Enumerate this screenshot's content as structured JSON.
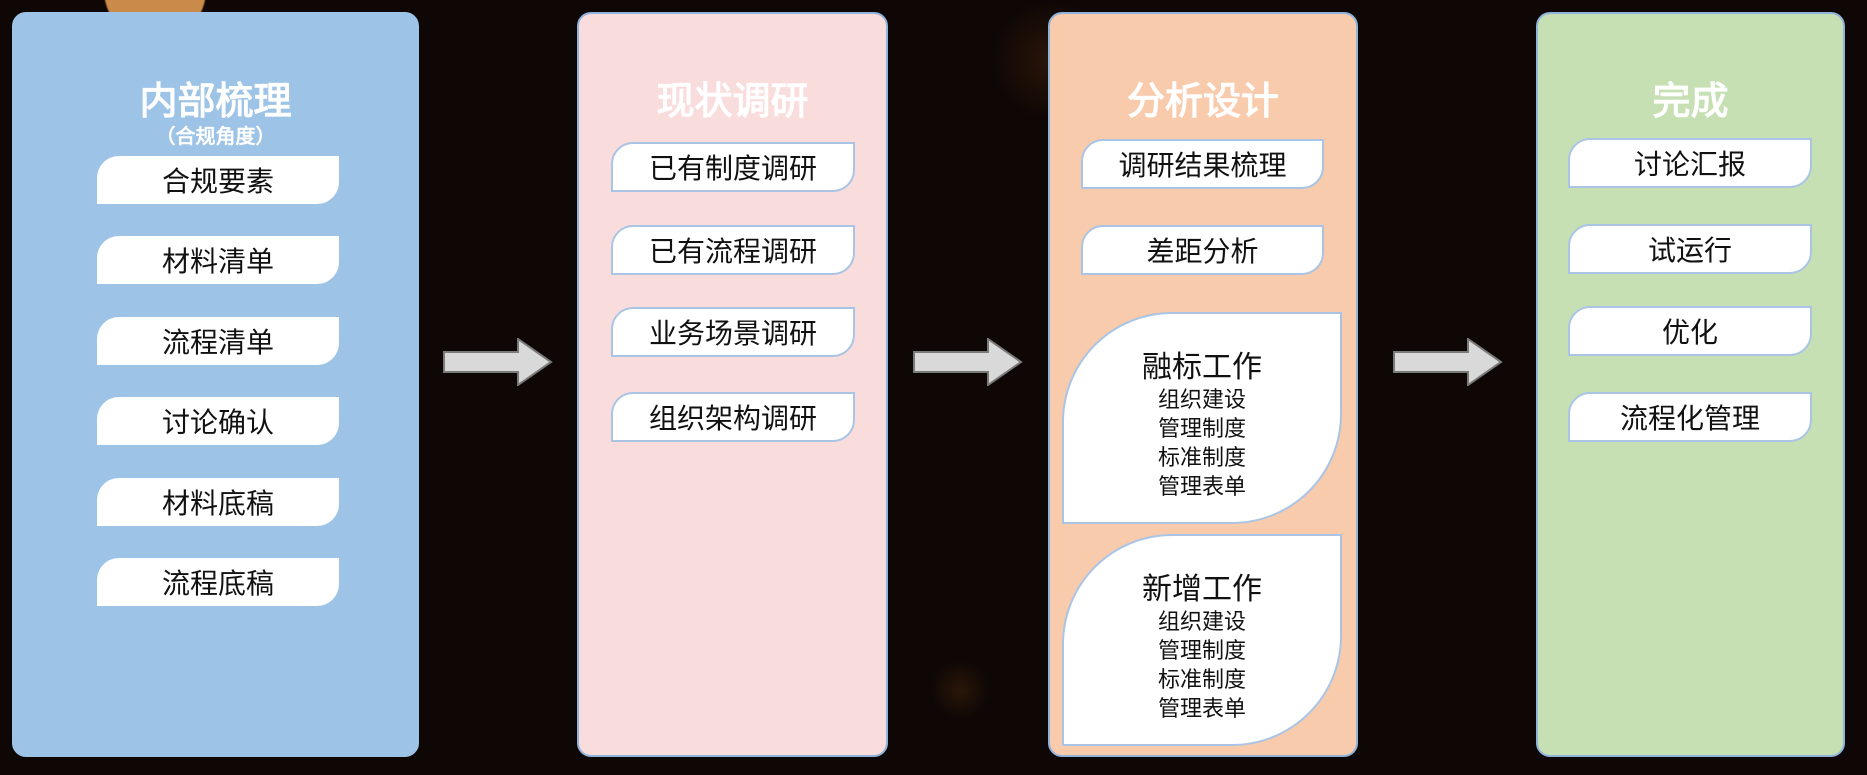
{
  "stages": [
    {
      "title": "内部梳理",
      "subtitle": "（合规角度）",
      "items": [
        "合规要素",
        "材料清单",
        "流程清单",
        "讨论确认",
        "材料底稿",
        "流程底稿"
      ]
    },
    {
      "title": "现状调研",
      "items": [
        "已有制度调研",
        "已有流程调研",
        "业务场景调研",
        "组织架构调研"
      ]
    },
    {
      "title": "分析设计",
      "items": [
        "调研结果梳理",
        "差距分析"
      ],
      "blocks": [
        {
          "heading": "融标工作",
          "lines": [
            "组织建设",
            "管理制度",
            "标准制度",
            "管理表单"
          ]
        },
        {
          "heading": "新增工作",
          "lines": [
            "组织建设",
            "管理制度",
            "标准制度",
            "管理表单"
          ]
        }
      ]
    },
    {
      "title": "完成",
      "items": [
        "讨论汇报",
        "试运行",
        "优化",
        "流程化管理"
      ]
    }
  ],
  "colors": {
    "stage1": "#9dc3e6",
    "stage2": "#f9dcdc",
    "stage3": "#f8cbad",
    "stage4": "#c6e0b4",
    "arrow": "#d9d9d9"
  }
}
